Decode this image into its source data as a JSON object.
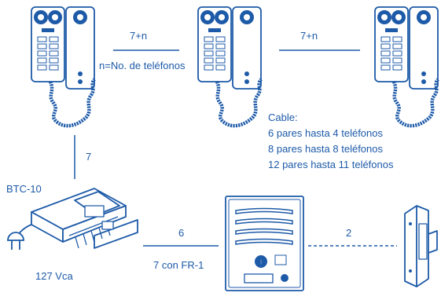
{
  "links": {
    "phone1_phone2": "7+n",
    "phone2_phone3": "7+n",
    "n_note": "n=No. de teléfonos",
    "phone_to_btc": "7",
    "btc_to_panel": "6",
    "btc_to_panel_alt": "7 con FR-1",
    "panel_to_lock": "2"
  },
  "cable": {
    "title": "Cable:",
    "lines": [
      "6 pares hasta 4 teléfonos",
      "8 pares hasta 8 teléfonos",
      "12 pares hasta 11 teléfonos"
    ]
  },
  "power_supply": {
    "name": "BTC-10",
    "voltage": "127 Vca"
  },
  "devices": {
    "phones": [
      "telephone-1",
      "telephone-2",
      "telephone-3"
    ],
    "door_panel": "door-entry-panel",
    "lock": "electric-lock"
  },
  "colors": {
    "line": "#1d5aa8",
    "text": "#1d5aa8",
    "background": "#ffffff"
  }
}
